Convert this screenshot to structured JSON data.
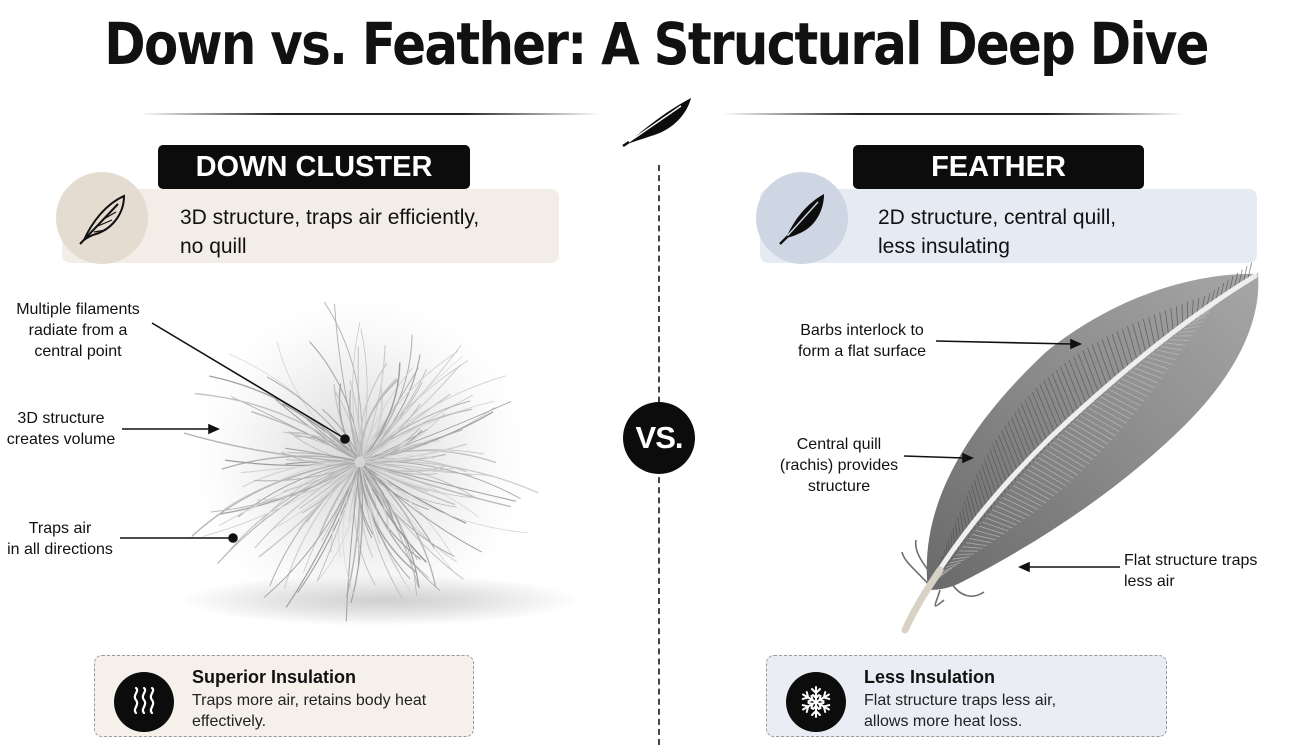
{
  "title": "Down vs. Feather: A Structural Deep Dive",
  "vs_label": "VS.",
  "down": {
    "heading": "DOWN CLUSTER",
    "description_line1": "3D structure, traps air efficiently,",
    "description_line2": "no quill",
    "labels": {
      "filaments_line1": "Multiple filaments",
      "filaments_line2": "radiate from a",
      "filaments_line3": "central point",
      "volume_line1": "3D structure",
      "volume_line2": "creates volume",
      "air_line1": "Traps air",
      "air_line2": "in all directions"
    },
    "summary_title": "Superior Insulation",
    "summary_line1": "Traps more air, retains body heat",
    "summary_line2": "effectively."
  },
  "feather": {
    "heading": "FEATHER",
    "description_line1": "2D structure, central quill,",
    "description_line2": "less insulating",
    "labels": {
      "barbs_line1": "Barbs interlock to",
      "barbs_line2": "form a flat surface",
      "quill_line1": "Central quill",
      "quill_line2": "(rachis) provides",
      "quill_line3": "structure",
      "flat_line1": "Flat structure traps",
      "flat_line2": "less air"
    },
    "summary_title": "Less Insulation",
    "summary_line1": "Flat structure traps less air,",
    "summary_line2": "allows more heat loss."
  },
  "icons": {
    "top": "feather-icon",
    "down_header": "feather-outline-icon",
    "feather_header": "feather-solid-icon",
    "down_summary": "heat-waves-icon",
    "feather_summary": "snowflake-icon"
  },
  "colors": {
    "dark": "#0c0c0c",
    "down_tint": "#f3ede7",
    "feather_tint": "#e6ebf3"
  }
}
